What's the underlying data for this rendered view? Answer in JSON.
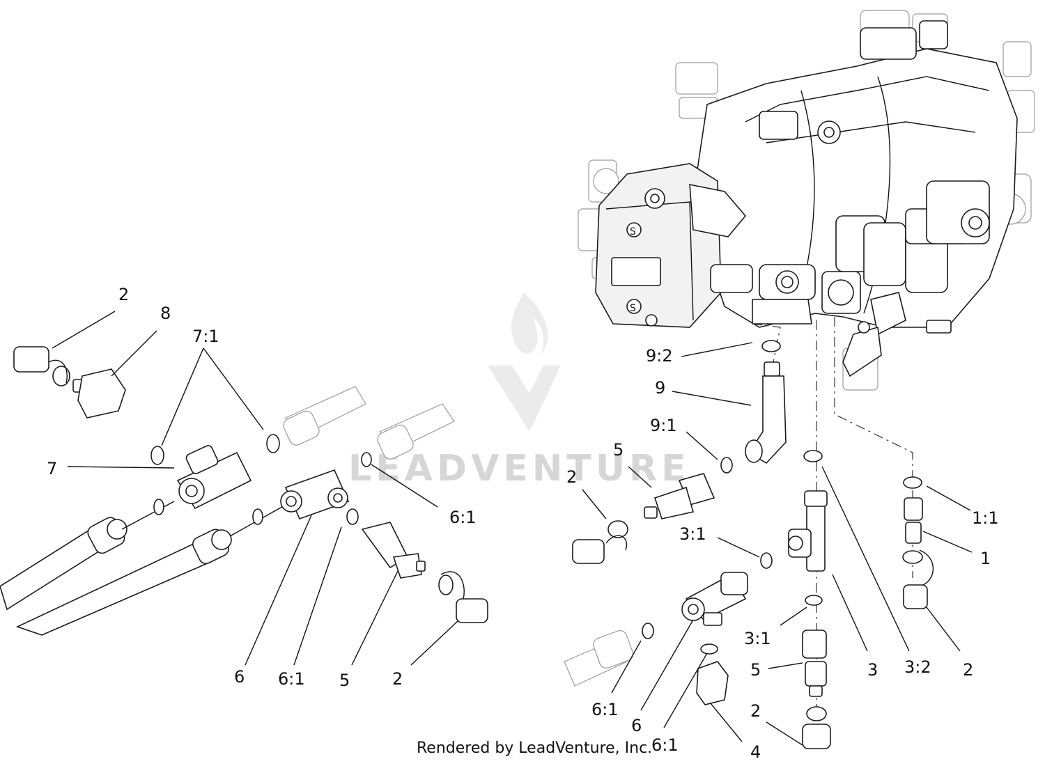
{
  "credit": "Rendered by LeadVenture, Inc.",
  "watermark": {
    "text": "LEADVENTURE",
    "color": "#d6d6d6"
  },
  "callouts": [
    {
      "id": "c-2-a",
      "text": "2"
    },
    {
      "id": "c-8",
      "text": "8"
    },
    {
      "id": "c-7-1",
      "text": "7:1"
    },
    {
      "id": "c-7",
      "text": "7"
    },
    {
      "id": "c-6-1-a",
      "text": "6:1"
    },
    {
      "id": "c-6-a",
      "text": "6"
    },
    {
      "id": "c-6-1-b",
      "text": "6:1"
    },
    {
      "id": "c-5-a",
      "text": "5"
    },
    {
      "id": "c-2-b",
      "text": "2"
    },
    {
      "id": "c-9-2",
      "text": "9:2"
    },
    {
      "id": "c-9",
      "text": "9"
    },
    {
      "id": "c-9-1",
      "text": "9:1"
    },
    {
      "id": "c-5-b",
      "text": "5"
    },
    {
      "id": "c-2-c",
      "text": "2"
    },
    {
      "id": "c-3-1-a",
      "text": "3:1"
    },
    {
      "id": "c-1-1",
      "text": "1:1"
    },
    {
      "id": "c-1",
      "text": "1"
    },
    {
      "id": "c-3-1-b",
      "text": "3:1"
    },
    {
      "id": "c-5-c",
      "text": "5"
    },
    {
      "id": "c-3",
      "text": "3"
    },
    {
      "id": "c-3-2",
      "text": "3:2"
    },
    {
      "id": "c-2-d",
      "text": "2"
    },
    {
      "id": "c-2-e",
      "text": "2"
    },
    {
      "id": "c-6-1-c",
      "text": "6:1"
    },
    {
      "id": "c-6-b",
      "text": "6"
    },
    {
      "id": "c-6-1-d",
      "text": "6:1"
    },
    {
      "id": "c-4",
      "text": "4"
    }
  ]
}
